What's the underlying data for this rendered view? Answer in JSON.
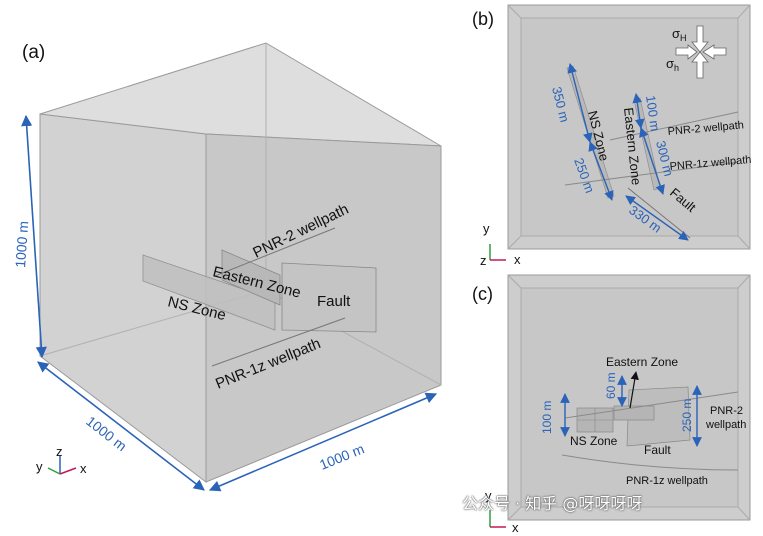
{
  "panel_a": {
    "label": "(a)",
    "dims": {
      "height": "1000 m",
      "front": "1000 m",
      "side": "1000 m"
    },
    "labels": {
      "pnr2": "PNR-2 wellpath",
      "eastern": "Eastern Zone",
      "fault": "Fault",
      "ns": "NS Zone",
      "pnr1z": "PNR-1z wellpath"
    },
    "axes": {
      "x": "x",
      "y": "y",
      "z": "z"
    }
  },
  "panel_b": {
    "label": "(b)",
    "stress": {
      "sH_sym": "σ",
      "sH_sub": "H",
      "sh_sym": "σ",
      "sh_sub": "h"
    },
    "dims": {
      "d350": "350 m",
      "d250": "250 m",
      "d100": "100 m",
      "d300": "300 m",
      "d330": "330 m"
    },
    "labels": {
      "ns": "NS Zone",
      "eastern": "Eastern Zone",
      "fault": "Fault",
      "pnr2": "PNR-2 wellpath",
      "pnr1z": "PNR-1z wellpath"
    },
    "axes": {
      "x": "x",
      "y": "y",
      "z": "z"
    }
  },
  "panel_c": {
    "label": "(c)",
    "dims": {
      "d60": "60 m",
      "d100": "100 m",
      "d250": "250 m"
    },
    "labels": {
      "eastern": "Eastern Zone",
      "ns": "NS Zone",
      "fault": "Fault",
      "pnr2a": "PNR-2",
      "pnr2b": "wellpath",
      "pnr1z": "PNR-1z wellpath"
    },
    "axes": {
      "x": "x",
      "y": "y"
    }
  },
  "watermark": "公众号 · 知乎 @呀呀呀呀",
  "colors": {
    "dimension": "#2a63b8",
    "box": "#cfcfcf"
  }
}
